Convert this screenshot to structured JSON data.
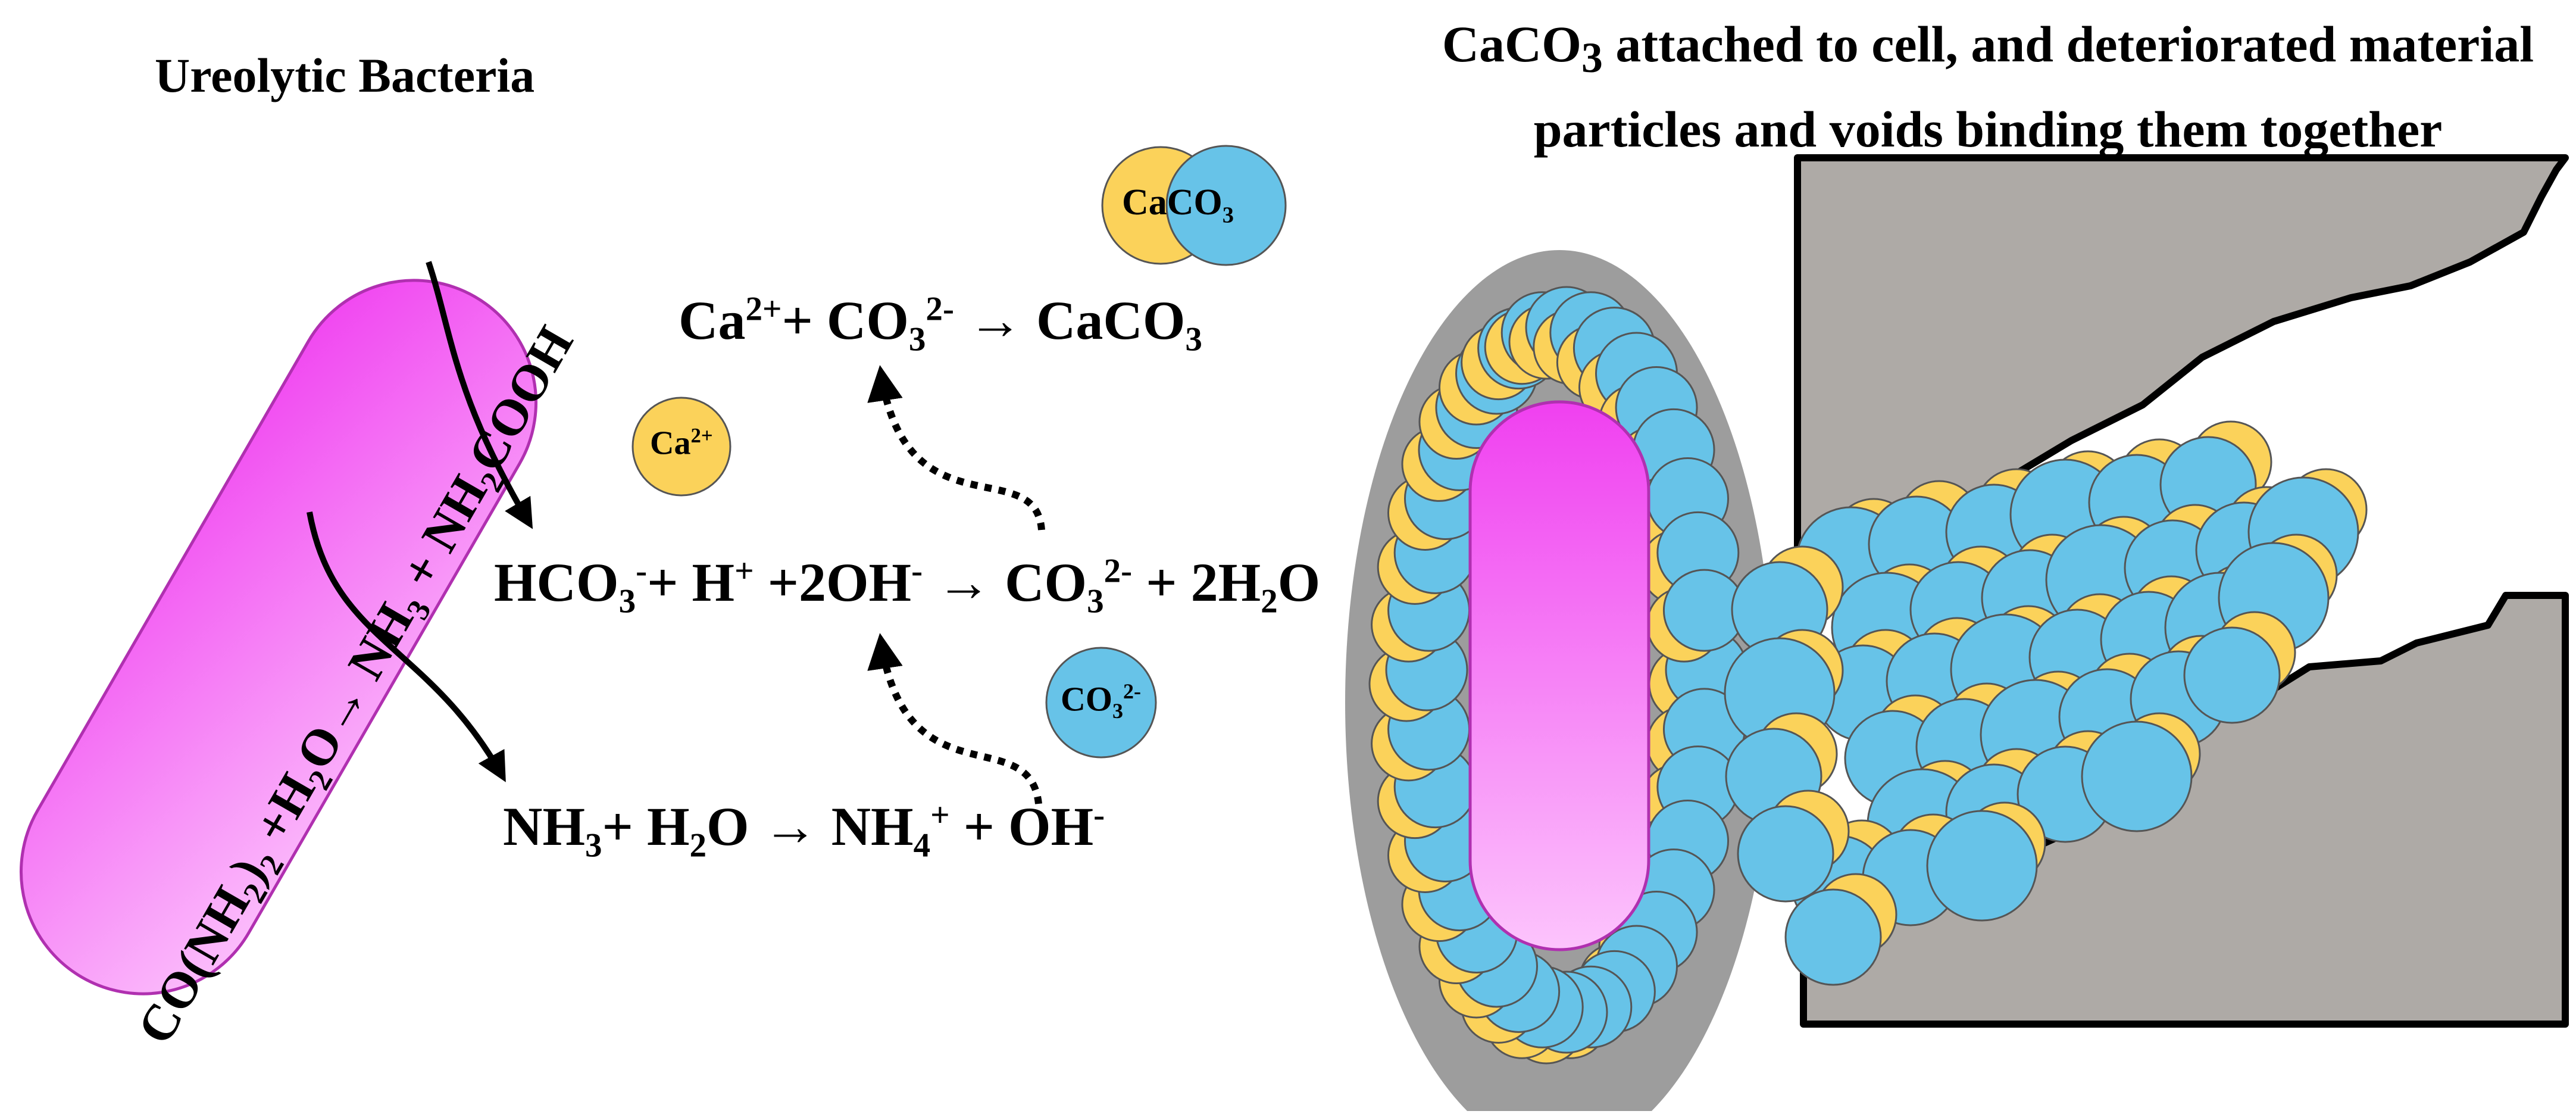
{
  "titles": {
    "left": "Ureolytic Bacteria",
    "right_part1": "CaCO",
    "right_sub": "3",
    "right_part2": " attached to cell, and deteriorated material particles and voids binding them together"
  },
  "urea_equation": {
    "a": "CO(NH",
    "a_sub": "2",
    "b": ")",
    "b_sub": "2",
    "c": " +H",
    "c_sub": "2",
    "d": "O→ NH",
    "d_sub": "3",
    "e": " + NH",
    "e_sub": "2",
    "f": "COOH"
  },
  "eq_precip": {
    "a": "Ca",
    "a_sup": "2+",
    "b": "+ CO",
    "b_sub": "3",
    "b_sup": "2-",
    "c": " → CaCO",
    "c_sub": "3"
  },
  "eq_bicarb": {
    "a": "HCO",
    "a_sub": "3",
    "a_sup": "-",
    "b": "+ H",
    "b_sup": "+",
    "c": " +2OH",
    "c_sup": "-",
    "d": " → CO",
    "d_sub": "3",
    "d_sup": "2-",
    "e": " + 2H",
    "e_sub": "2",
    "f": "O"
  },
  "eq_ammonia": {
    "a": "NH",
    "a_sub": "3",
    "b": "+ H",
    "b_sub": "2",
    "c": "O → NH",
    "c_sub": "4",
    "c_sup": "+",
    "d": " + OH",
    "d_sup": "-"
  },
  "ions": {
    "caco3_text": "CaCO",
    "caco3_sub": "3",
    "ca_text": "Ca",
    "ca_sup": "2+",
    "co3_text": "CO",
    "co3_sub": "3",
    "co3_sup": "2-"
  },
  "colors": {
    "bacteria_top": "#f040f0",
    "bacteria_bottom": "#fcc4fc",
    "bacteria_outline": "#b030b0",
    "calcium_yellow": "#fbd25a",
    "carbonate_blue": "#67c3e8",
    "material_gray": "#aeaaa6",
    "halo_gray": "#9d9d9d"
  }
}
